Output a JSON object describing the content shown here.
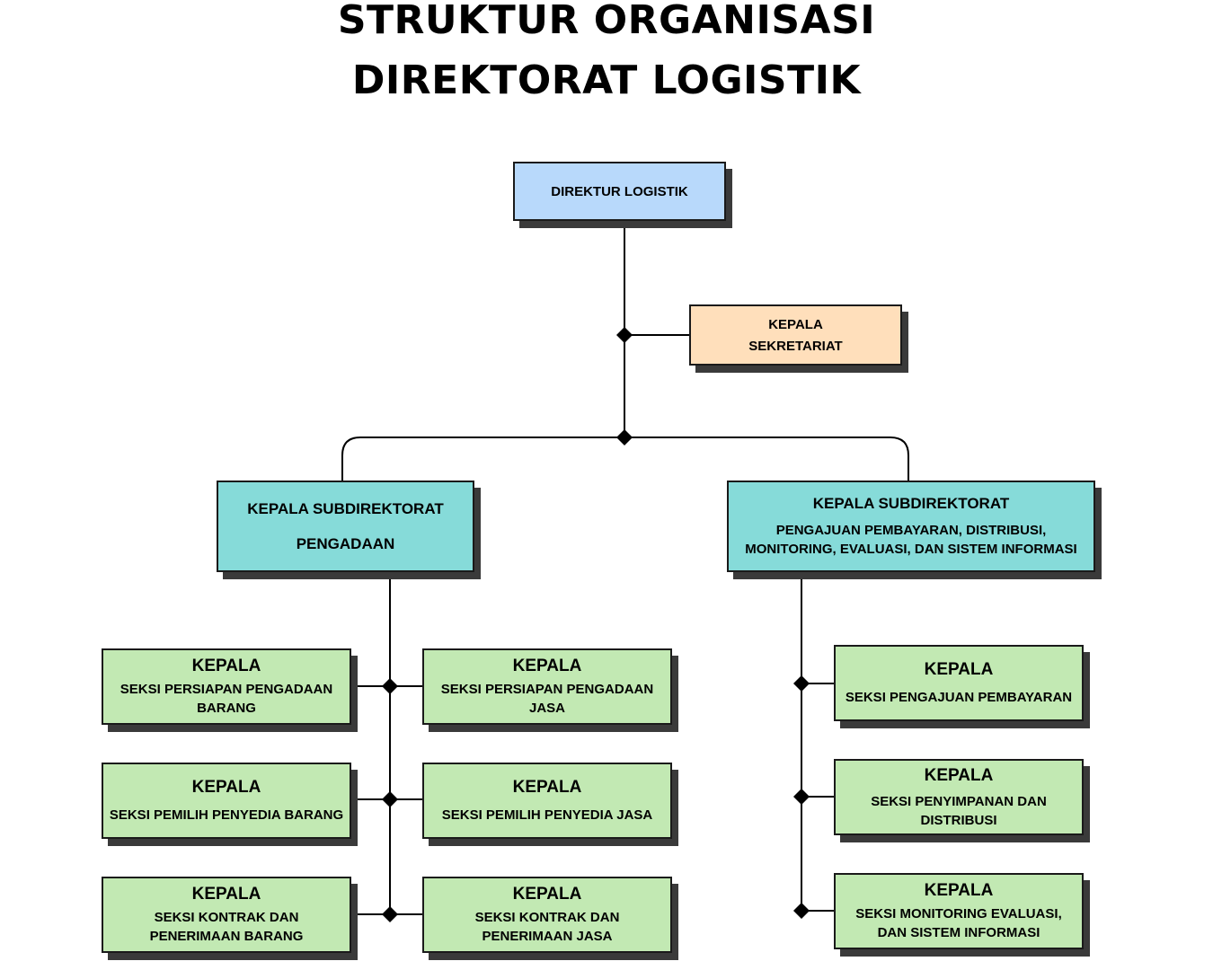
{
  "title": {
    "line1": "STRUKTUR ORGANISASI",
    "line2": "DIREKTORAT LOGISTIK"
  },
  "director": {
    "label": "DIREKTUR LOGISTIK"
  },
  "secretariat": {
    "line1": "KEPALA",
    "line2": "SEKRETARIAT"
  },
  "subdir_left": {
    "line1": "KEPALA SUBDIREKTORAT",
    "line2": "PENGADAAN"
  },
  "subdir_right": {
    "line1": "KEPALA SUBDIREKTORAT",
    "line2": "PENGAJUAN PEMBAYARAN, DISTRIBUSI,",
    "line3": "MONITORING, EVALUASI, DAN SISTEM INFORMASI"
  },
  "sections": {
    "s1": {
      "head": "KEPALA",
      "line1": "SEKSI PERSIAPAN PENGADAAN",
      "line2": "BARANG"
    },
    "s2": {
      "head": "KEPALA",
      "line1": "SEKSI PERSIAPAN PENGADAAN",
      "line2": "JASA"
    },
    "s3": {
      "head": "KEPALA",
      "line1": "SEKSI PEMILIH PENYEDIA BARANG"
    },
    "s4": {
      "head": "KEPALA",
      "line1": "SEKSI PEMILIH PENYEDIA JASA"
    },
    "s5": {
      "head": "KEPALA",
      "line1": "SEKSI KONTRAK DAN",
      "line2": "PENERIMAAN BARANG"
    },
    "s6": {
      "head": "KEPALA",
      "line1": "SEKSI KONTRAK DAN",
      "line2": "PENERIMAAN JASA"
    },
    "s7": {
      "head": "KEPALA",
      "line1": "SEKSI PENGAJUAN PEMBAYARAN"
    },
    "s8": {
      "head": "KEPALA",
      "line1": "SEKSI PENYIMPANAN DAN",
      "line2": "DISTRIBUSI"
    },
    "s9": {
      "head": "KEPALA",
      "line1": "SEKSI MONITORING EVALUASI,",
      "line2": "DAN SISTEM INFORMASI"
    }
  },
  "colors": {
    "director": "#b8d9fb",
    "secretariat": "#ffdfbb",
    "subdirectorate": "#86dbd9",
    "section": "#c2e9b3"
  }
}
